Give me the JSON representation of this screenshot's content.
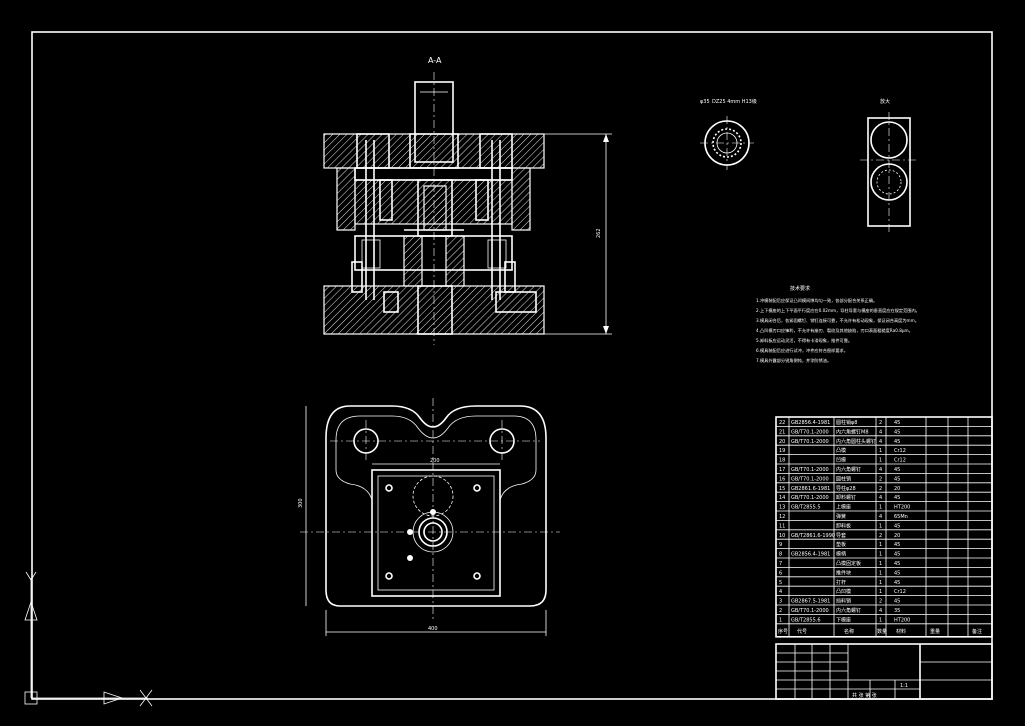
{
  "section_label": "A-A",
  "detail_label": "φ35",
  "detail_sub": "DZ25 4mm H13级",
  "detail_right_label": "放大",
  "notes_title": "技术要求",
  "notes": [
    "1.冲模装配后应保证凸凹模间隙均匀一致，各部分配合关系正确。",
    "2.上下模座的上下平面平行度应在0.02mm，导柱导套与模座的垂直度应在规定范围内。",
    "3.模具闭合后，各紧固螺钉、销钉连接可靠，不允许有松动现象，保证闭合高度为mm。",
    "4.凸凹模刃口应锋利，不允许有崩刃、裂纹及其他缺陷，刃口表面粗糙度Ra0.8μm。",
    "5.卸料板应运动灵活，不得有卡滞现象，推件可靠。",
    "6.模具装配后应进行试冲，冲件应符合图样要求。",
    "7.模具外露部分锐角倒钝，并涂防锈油。"
  ],
  "dim_height": "262",
  "dim_width": "400",
  "dim_depth": "300",
  "dim_top": "200",
  "bom_rows": [
    {
      "no": "22",
      "code": "GB2856.4-1981",
      "name": "圆柱销φ8",
      "qty": "2",
      "mat": "45"
    },
    {
      "no": "21",
      "code": "GB/T70.1-2000",
      "name": "内六角螺钉M8",
      "qty": "4",
      "mat": "45"
    },
    {
      "no": "20",
      "code": "GB/T70.1-2000",
      "name": "内六角圆柱头螺钉",
      "qty": "4",
      "mat": "45"
    },
    {
      "no": "19",
      "code": "",
      "name": "凸模",
      "qty": "1",
      "mat": "Cr12"
    },
    {
      "no": "18",
      "code": "",
      "name": "凹模",
      "qty": "1",
      "mat": "Cr12"
    },
    {
      "no": "17",
      "code": "GB/T70.1-2000",
      "name": "内六角螺钉",
      "qty": "4",
      "mat": "45"
    },
    {
      "no": "16",
      "code": "GB/T70.1-2000",
      "name": "圆柱销",
      "qty": "2",
      "mat": "45"
    },
    {
      "no": "15",
      "code": "GB2861.6-1981",
      "name": "导柱φ28",
      "qty": "2",
      "mat": "20"
    },
    {
      "no": "14",
      "code": "GB/T70.1-2000",
      "name": "卸料螺钉",
      "qty": "4",
      "mat": "45"
    },
    {
      "no": "13",
      "code": "GB/T2855.5",
      "name": "上模座",
      "qty": "1",
      "mat": "HT200"
    },
    {
      "no": "12",
      "code": "",
      "name": "弹簧",
      "qty": "4",
      "mat": "65Mn"
    },
    {
      "no": "11",
      "code": "",
      "name": "卸料板",
      "qty": "1",
      "mat": "45"
    },
    {
      "no": "10",
      "code": "GB/T2861.6-1990",
      "name": "导套",
      "qty": "2",
      "mat": "20"
    },
    {
      "no": "9",
      "code": "",
      "name": "垫板",
      "qty": "1",
      "mat": "45"
    },
    {
      "no": "8",
      "code": "GB2856.4-1981",
      "name": "模柄",
      "qty": "1",
      "mat": "45"
    },
    {
      "no": "7",
      "code": "",
      "name": "凸模固定板",
      "qty": "1",
      "mat": "45"
    },
    {
      "no": "6",
      "code": "",
      "name": "推件块",
      "qty": "1",
      "mat": "45"
    },
    {
      "no": "5",
      "code": "",
      "name": "打杆",
      "qty": "1",
      "mat": "45"
    },
    {
      "no": "4",
      "code": "",
      "name": "凸凹模",
      "qty": "1",
      "mat": "Cr12"
    },
    {
      "no": "3",
      "code": "GB2867.5-1981",
      "name": "挡料销",
      "qty": "2",
      "mat": "45"
    },
    {
      "no": "2",
      "code": "GB/T70.1-2000",
      "name": "内六角螺钉",
      "qty": "4",
      "mat": "35"
    },
    {
      "no": "1",
      "code": "GB/T2855.6",
      "name": "下模座",
      "qty": "1",
      "mat": "HT200"
    }
  ],
  "bom_header": {
    "no": "序号",
    "code": "代号",
    "name": "名称",
    "qty": "数量",
    "mat": "材料",
    "weight": "重量",
    "note": "备注"
  },
  "title_block": {
    "scale": "1:1",
    "sheet": "共 张  第 张"
  }
}
